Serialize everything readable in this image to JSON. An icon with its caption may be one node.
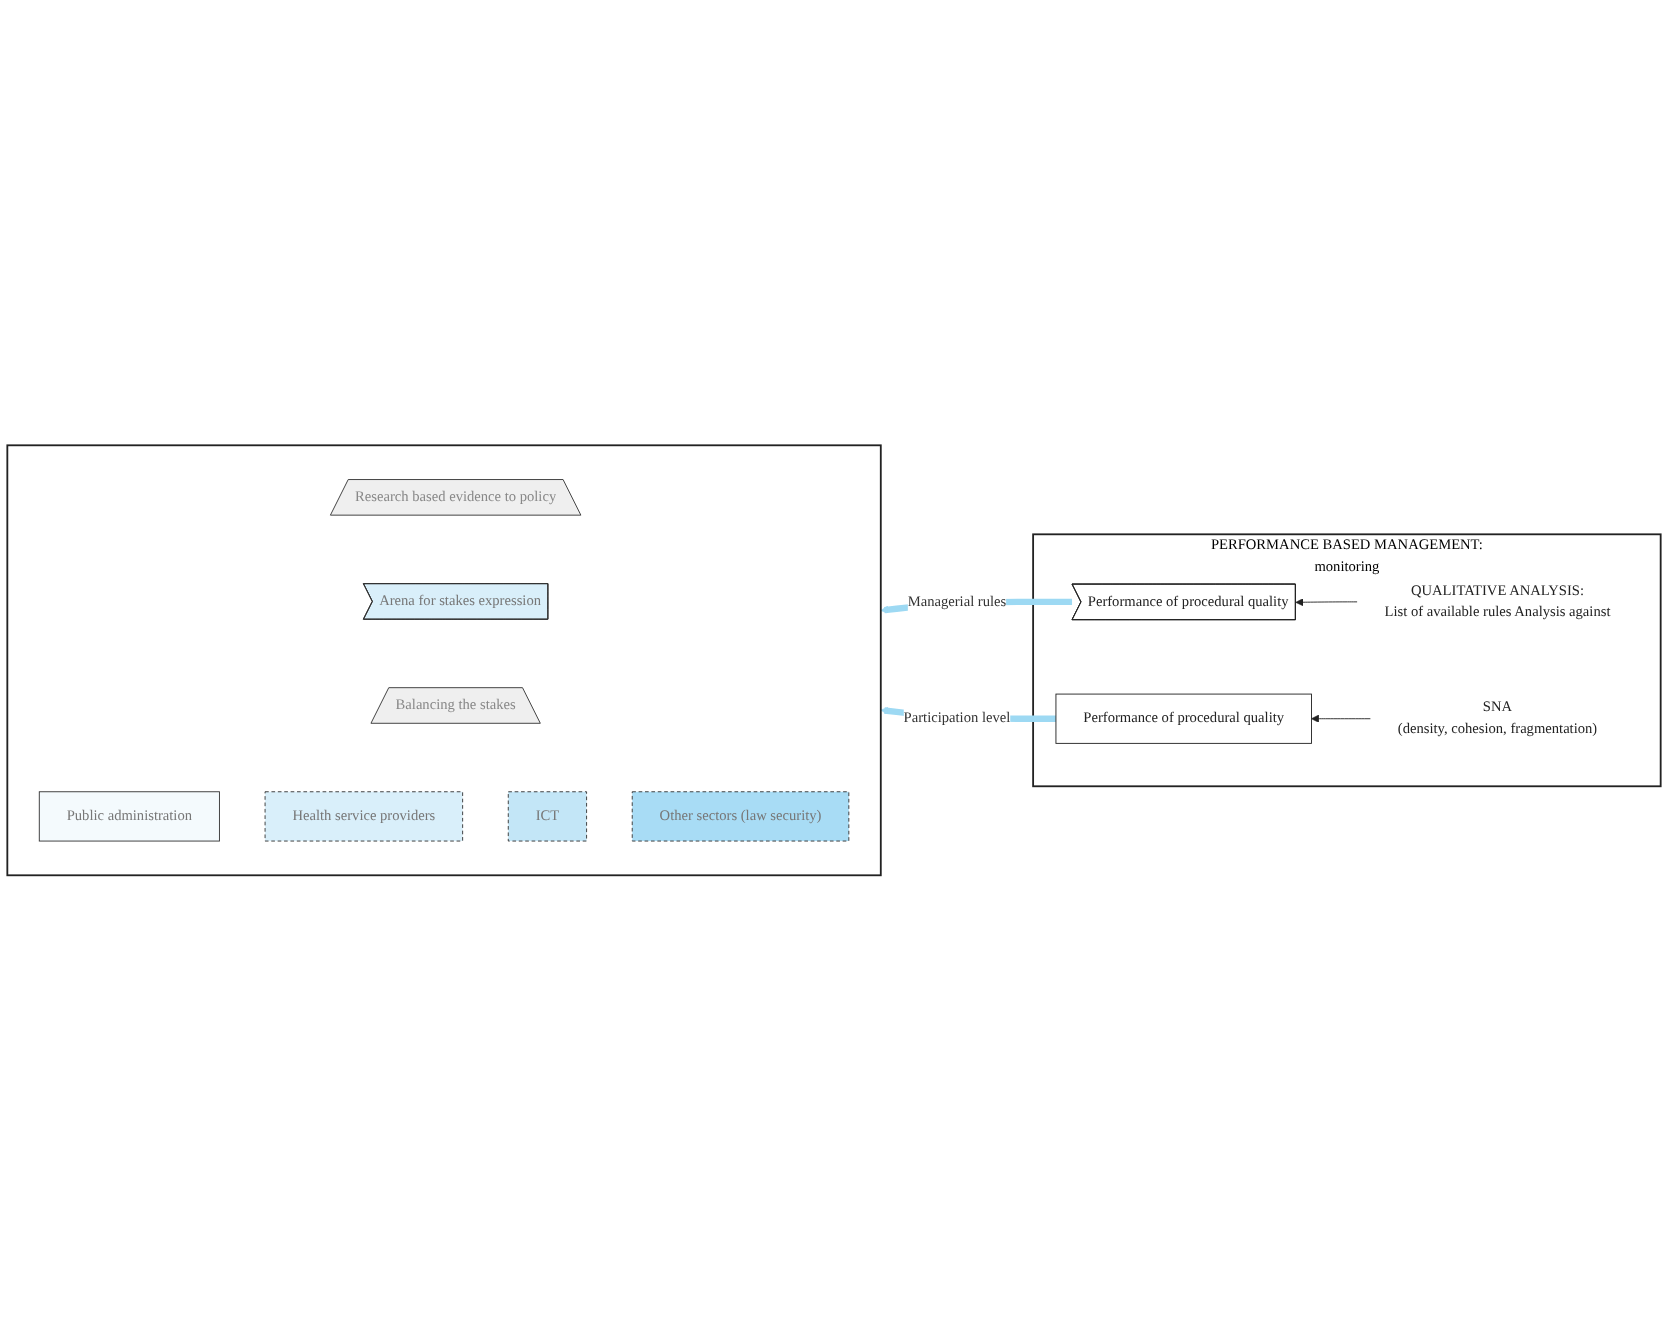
{
  "diagram": {
    "nodes": [
      {
        "text": [],
        "shape": "box"
      },
      {
        "text": [
          "Research based evidence to policy"
        ],
        "in": 0
      },
      {
        "text": [
          "Arena for stakes expression"
        ],
        "in": 0
      },
      {
        "text": [
          "Balancing the stakes"
        ],
        "in": 0
      },
      {
        "text": [
          "Public administration"
        ],
        "in": 0
      },
      {
        "text": [
          "Health service providers"
        ],
        "in": 0
      },
      {
        "text": [
          "ICT"
        ],
        "in": 0
      },
      {
        "text": [
          "Other sectors (law security)"
        ],
        "in": 0
      },
      {
        "text": [
          "PERFORMANCE BASED MANAGEMENT:",
          "monitoring"
        ]
      },
      {
        "text": [
          "QUALITATIVE ANALYSIS:",
          "List of available rules Analysis against"
        ],
        "in": 8
      },
      {
        "text": [
          "SNA",
          "(density, cohesion, fragmentation)"
        ],
        "in": 8
      },
      {
        "text": [
          "Performance of procedural quality"
        ],
        "in": 8
      },
      {
        "text": [
          "Performance of procedural quality"
        ],
        "in": 8
      }
    ],
    "edges": [
      {
        "from": 9,
        "to": 11,
        "arrow": "to"
      },
      {
        "from": 10,
        "to": 12,
        "arrow": "to"
      },
      {
        "from": 11,
        "to": 0,
        "arrow": "to",
        "label": "Managerial rules",
        "style": "thick",
        "color": "#9dd9f3"
      },
      {
        "from": 12,
        "to": 0,
        "arrow": "to",
        "label": "Participation level",
        "style": "thick",
        "color": "#9dd9f3"
      }
    ]
  }
}
